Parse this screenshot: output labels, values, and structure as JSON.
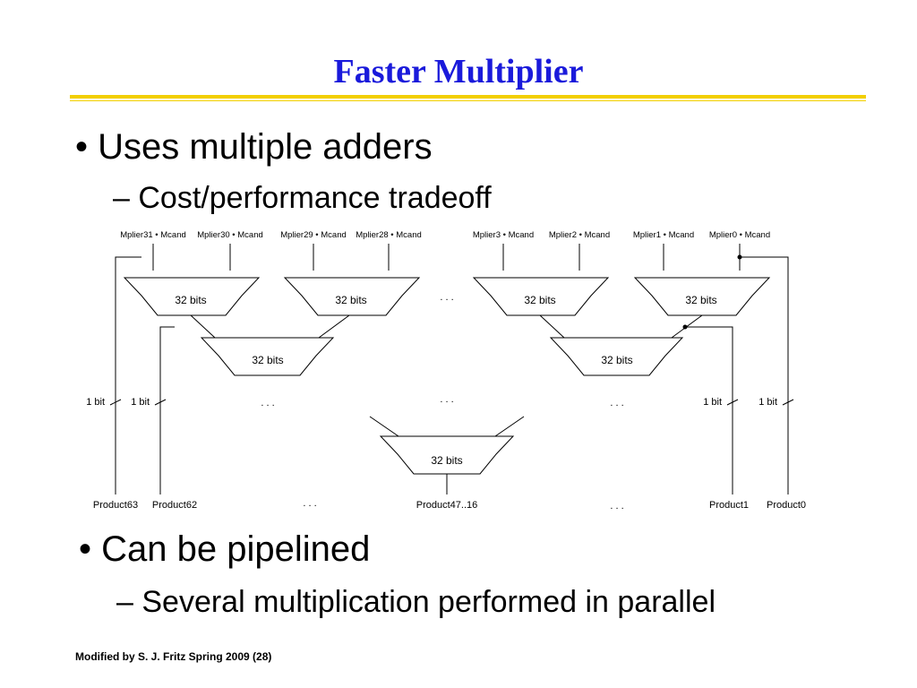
{
  "slide": {
    "title": "Faster Multiplier",
    "bullets": [
      {
        "text": "• Uses multiple adders",
        "sub": "– Cost/performance tradeoff"
      },
      {
        "text": "• Can be pipelined",
        "sub": "– Several multiplication performed in parallel"
      }
    ],
    "footer": "Modified by S. J. Fritz  Spring 2009 (28)"
  },
  "diagram": {
    "inputs": [
      "Mplier31 • Mcand",
      "Mplier30 • Mcand",
      "Mplier29 • Mcand",
      "Mplier28 • Mcand",
      "Mplier3 • Mcand",
      "Mplier2 • Mcand",
      "Mplier1 • Mcand",
      "Mplier0 • Mcand"
    ],
    "adder_label": "32 bits",
    "bit_label": "1 bit",
    "ellipsis": ". . .",
    "outputs": [
      "Product63",
      "Product62",
      "Product47..16",
      "Product1",
      "Product0"
    ]
  }
}
